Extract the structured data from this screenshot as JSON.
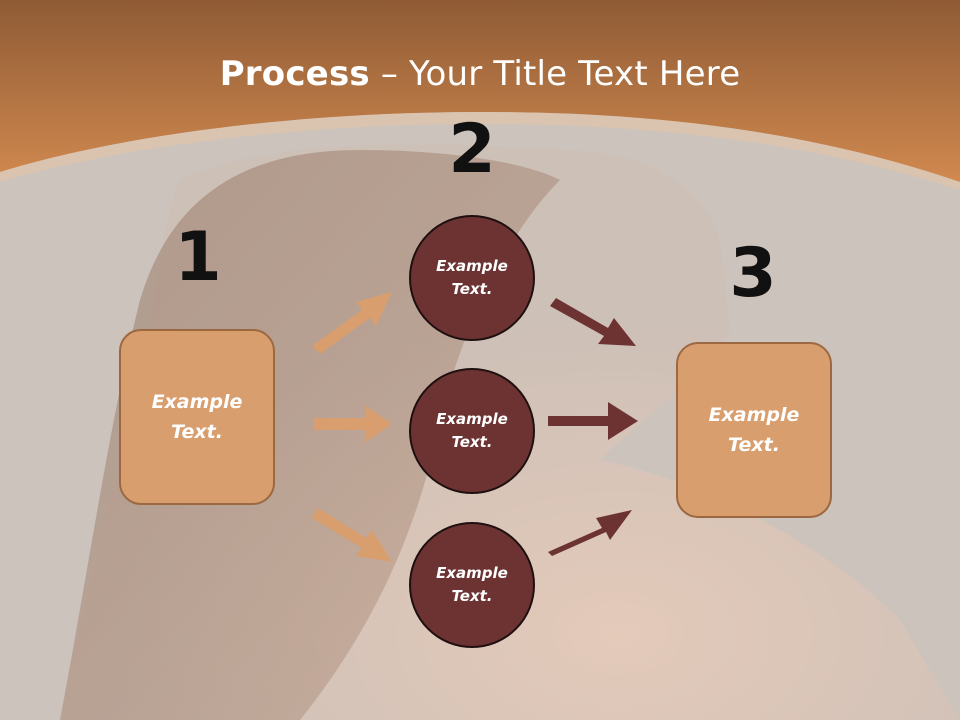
{
  "title": {
    "bold": "Process",
    "rest": " – Your Title Text Here"
  },
  "steps": {
    "n1": "1",
    "n2": "2",
    "n3": "3"
  },
  "left_box": {
    "label": "Example\nText."
  },
  "circles": [
    {
      "label": "Example\nText."
    },
    {
      "label": "Example\nText."
    },
    {
      "label": "Example\nText."
    }
  ],
  "right_box": {
    "label": "Example\nText."
  },
  "colors": {
    "header": "#c9824c",
    "box": "#d89e6e",
    "circle": "#6d3333",
    "arrow_light": "#d89e6e",
    "arrow_dark": "#6d3333"
  }
}
